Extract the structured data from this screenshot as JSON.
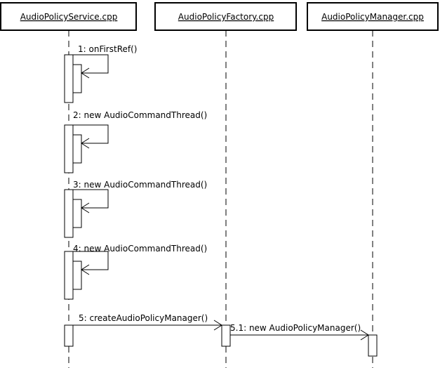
{
  "participants": [
    {
      "id": "service",
      "label": "AudioPolicyService.cpp"
    },
    {
      "id": "factory",
      "label": "AudioPolicyFactory.cpp"
    },
    {
      "id": "manager",
      "label": "AudioPolicyManager.cpp"
    }
  ],
  "messages": [
    {
      "label": "1: onFirstRef()",
      "from": "service",
      "to": "service"
    },
    {
      "label": "2: new AudioCommandThread()",
      "from": "service",
      "to": "service"
    },
    {
      "label": "3: new AudioCommandThread()",
      "from": "service",
      "to": "service"
    },
    {
      "label": "4: new AudioCommandThread()",
      "from": "service",
      "to": "service"
    },
    {
      "label": "5: createAudioPolicyManager()",
      "from": "service",
      "to": "factory"
    },
    {
      "label": "5.1: new AudioPolicyManager()",
      "from": "factory",
      "to": "manager"
    }
  ]
}
